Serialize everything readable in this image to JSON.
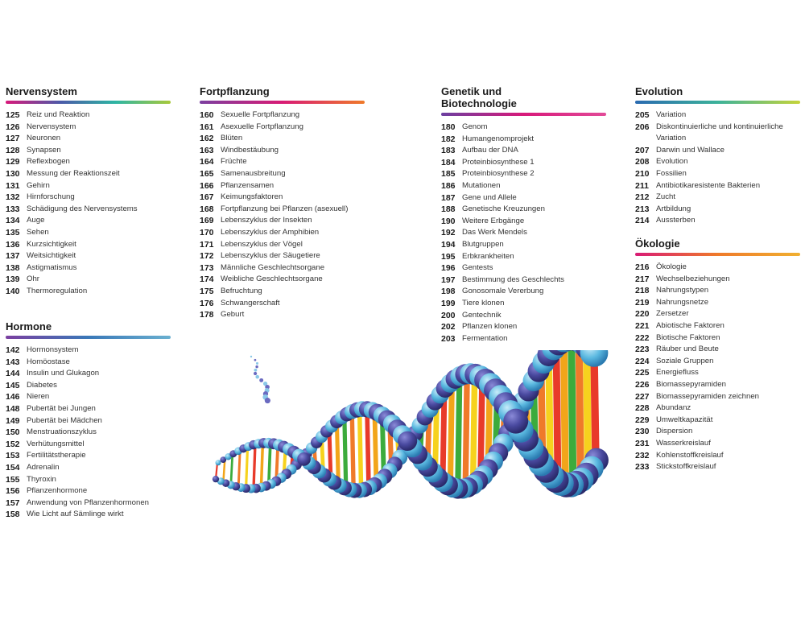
{
  "colors": {
    "nervensystem": [
      "#d8197a",
      "#4b5aa8",
      "#2eb5a3",
      "#a8c93a"
    ],
    "fortpflanzung": [
      "#7b3fa0",
      "#d81b75",
      "#ef7a2a"
    ],
    "genetik": [
      "#6b3fa0",
      "#d8197a",
      "#e24a98"
    ],
    "evolution": [
      "#2a6ab0",
      "#3cb29a",
      "#c6d43a"
    ],
    "hormone": [
      "#7b3fa0",
      "#3a78b8",
      "#6ab0d0"
    ],
    "oekologie": [
      "#d81b75",
      "#ef7a2a",
      "#f0b030"
    ]
  },
  "sections": {
    "nervensystem": {
      "title": "Nervensystem",
      "entries": [
        {
          "page": "125",
          "title": "Reiz und Reaktion"
        },
        {
          "page": "126",
          "title": "Nervensystem"
        },
        {
          "page": "127",
          "title": "Neuronen"
        },
        {
          "page": "128",
          "title": "Synapsen"
        },
        {
          "page": "129",
          "title": "Reflexbogen"
        },
        {
          "page": "130",
          "title": "Messung der Reaktionszeit"
        },
        {
          "page": "131",
          "title": "Gehirn"
        },
        {
          "page": "132",
          "title": "Hirnforschung"
        },
        {
          "page": "133",
          "title": "Schädigung des Nervensystems"
        },
        {
          "page": "134",
          "title": "Auge"
        },
        {
          "page": "135",
          "title": "Sehen"
        },
        {
          "page": "136",
          "title": "Kurzsichtigkeit"
        },
        {
          "page": "137",
          "title": "Weitsichtigkeit"
        },
        {
          "page": "138",
          "title": "Astigmatismus"
        },
        {
          "page": "139",
          "title": "Ohr"
        },
        {
          "page": "140",
          "title": "Thermoregulation"
        }
      ]
    },
    "hormone": {
      "title": "Hormone",
      "entries": [
        {
          "page": "142",
          "title": "Hormonsystem"
        },
        {
          "page": "143",
          "title": "Homöostase"
        },
        {
          "page": "144",
          "title": "Insulin und Glukagon"
        },
        {
          "page": "145",
          "title": "Diabetes"
        },
        {
          "page": "146",
          "title": "Nieren"
        },
        {
          "page": "148",
          "title": "Pubertät bei Jungen"
        },
        {
          "page": "149",
          "title": "Pubertät bei Mädchen"
        },
        {
          "page": "150",
          "title": "Menstruationszyklus"
        },
        {
          "page": "152",
          "title": "Verhütungsmittel"
        },
        {
          "page": "153",
          "title": "Fertilitätstherapie"
        },
        {
          "page": "154",
          "title": "Adrenalin"
        },
        {
          "page": "155",
          "title": "Thyroxin"
        },
        {
          "page": "156",
          "title": "Pflanzenhormone"
        },
        {
          "page": "157",
          "title": "Anwendung von Pflanzenhormonen"
        },
        {
          "page": "158",
          "title": "Wie Licht auf Sämlinge wirkt"
        }
      ]
    },
    "fortpflanzung": {
      "title": "Fortpflanzung",
      "entries": [
        {
          "page": "160",
          "title": "Sexuelle Fortpflanzung"
        },
        {
          "page": "161",
          "title": "Asexuelle Fortpflanzung"
        },
        {
          "page": "162",
          "title": "Blüten"
        },
        {
          "page": "163",
          "title": "Windbestäubung"
        },
        {
          "page": "164",
          "title": "Früchte"
        },
        {
          "page": "165",
          "title": "Samenausbreitung"
        },
        {
          "page": "166",
          "title": "Pflanzensamen"
        },
        {
          "page": "167",
          "title": "Keimungsfaktoren"
        },
        {
          "page": "168",
          "title": "Fortpflanzung bei Pflanzen (asexuell)"
        },
        {
          "page": "169",
          "title": "Lebenszyklus der Insekten"
        },
        {
          "page": "170",
          "title": "Lebenszyklus der Amphibien"
        },
        {
          "page": "171",
          "title": "Lebenszyklus der Vögel"
        },
        {
          "page": "172",
          "title": "Lebenszyklus der Säugetiere"
        },
        {
          "page": "173",
          "title": "Männliche Geschlechtsorgane"
        },
        {
          "page": "174",
          "title": "Weibliche Geschlechtsorgane"
        },
        {
          "page": "175",
          "title": "Befruchtung"
        },
        {
          "page": "176",
          "title": "Schwangerschaft"
        },
        {
          "page": "178",
          "title": "Geburt"
        }
      ]
    },
    "genetik": {
      "title_line1": "Genetik und",
      "title_line2": "Biotechnologie",
      "entries": [
        {
          "page": "180",
          "title": "Genom"
        },
        {
          "page": "182",
          "title": "Humangenomprojekt"
        },
        {
          "page": "183",
          "title": "Aufbau der DNA"
        },
        {
          "page": "184",
          "title": "Proteinbiosynthese 1"
        },
        {
          "page": "185",
          "title": "Proteinbiosynthese 2"
        },
        {
          "page": "186",
          "title": "Mutationen"
        },
        {
          "page": "187",
          "title": "Gene und Allele"
        },
        {
          "page": "188",
          "title": "Genetische Kreuzungen"
        },
        {
          "page": "190",
          "title": "Weitere Erbgänge"
        },
        {
          "page": "192",
          "title": "Das Werk Mendels"
        },
        {
          "page": "194",
          "title": "Blutgruppen"
        },
        {
          "page": "195",
          "title": "Erbkrankheiten"
        },
        {
          "page": "196",
          "title": "Gentests"
        },
        {
          "page": "197",
          "title": "Bestimmung des Geschlechts"
        },
        {
          "page": "198",
          "title": "Gonosomale Vererbung"
        },
        {
          "page": "199",
          "title": "Tiere klonen"
        },
        {
          "page": "200",
          "title": "Gentechnik"
        },
        {
          "page": "202",
          "title": "Pflanzen klonen"
        },
        {
          "page": "203",
          "title": "Fermentation"
        }
      ]
    },
    "evolution": {
      "title": "Evolution",
      "entries": [
        {
          "page": "205",
          "title": "Variation",
          "title_cont": ""
        },
        {
          "page": "206",
          "title": "Diskontinuierliche und kontinuierliche",
          "title_cont": "Variation"
        },
        {
          "page": "207",
          "title": "Darwin und Wallace",
          "title_cont": ""
        },
        {
          "page": "208",
          "title": "Evolution",
          "title_cont": ""
        },
        {
          "page": "210",
          "title": "Fossilien",
          "title_cont": ""
        },
        {
          "page": "211",
          "title": "Antibiotikaresistente Bakterien",
          "title_cont": ""
        },
        {
          "page": "212",
          "title": "Zucht",
          "title_cont": ""
        },
        {
          "page": "213",
          "title": "Artbildung",
          "title_cont": ""
        },
        {
          "page": "214",
          "title": "Aussterben",
          "title_cont": ""
        }
      ]
    },
    "oekologie": {
      "title": "Ökologie",
      "entries": [
        {
          "page": "216",
          "title": "Ökologie"
        },
        {
          "page": "217",
          "title": "Wechselbeziehungen"
        },
        {
          "page": "218",
          "title": "Nahrungstypen"
        },
        {
          "page": "219",
          "title": "Nahrungsnetze"
        },
        {
          "page": "220",
          "title": "Zersetzer"
        },
        {
          "page": "221",
          "title": "Abiotische Faktoren"
        },
        {
          "page": "222",
          "title": "Biotische Faktoren"
        },
        {
          "page": "223",
          "title": "Räuber und Beute"
        },
        {
          "page": "224",
          "title": "Soziale Gruppen"
        },
        {
          "page": "225",
          "title": "Energiefluss"
        },
        {
          "page": "226",
          "title": "Biomassepyramiden"
        },
        {
          "page": "227",
          "title": "Biomassepyramiden zeichnen"
        },
        {
          "page": "228",
          "title": "Abundanz"
        },
        {
          "page": "229",
          "title": "Umweltkapazität"
        },
        {
          "page": "230",
          "title": "Dispersion"
        },
        {
          "page": "231",
          "title": "Wasserkreislauf"
        },
        {
          "page": "232",
          "title": "Kohlenstoffkreislauf"
        },
        {
          "page": "233",
          "title": "Stickstoffkreislauf"
        }
      ]
    }
  },
  "illustration": {
    "name": "dna-double-helix",
    "strand_colors": [
      "#3c3c8c",
      "#46a8d8"
    ],
    "rung_colors": [
      "#e83a2a",
      "#f2a51a",
      "#3cab3c",
      "#ef7a2a",
      "#f6d21e"
    ]
  }
}
